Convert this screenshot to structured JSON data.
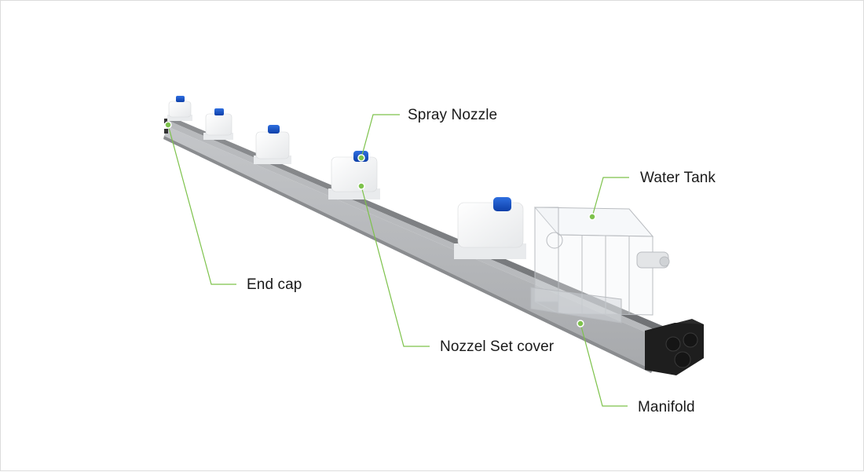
{
  "title": "Spray nozzle system component diagram",
  "accent_color": "#7dc24b",
  "callouts": [
    {
      "id": "spray-nozzle",
      "label": "Spray Nozzle"
    },
    {
      "id": "water-tank",
      "label": "Water Tank"
    },
    {
      "id": "end-cap",
      "label": "End cap"
    },
    {
      "id": "nozzle-set-cover",
      "label": "Nozzel Set cover"
    },
    {
      "id": "manifold",
      "label": "Manifold"
    }
  ],
  "components": {
    "rail": "aluminum-rail",
    "nozzle_units": 5,
    "tank": "transparent-water-tank",
    "manifold_cap": "black-manifold-block"
  }
}
